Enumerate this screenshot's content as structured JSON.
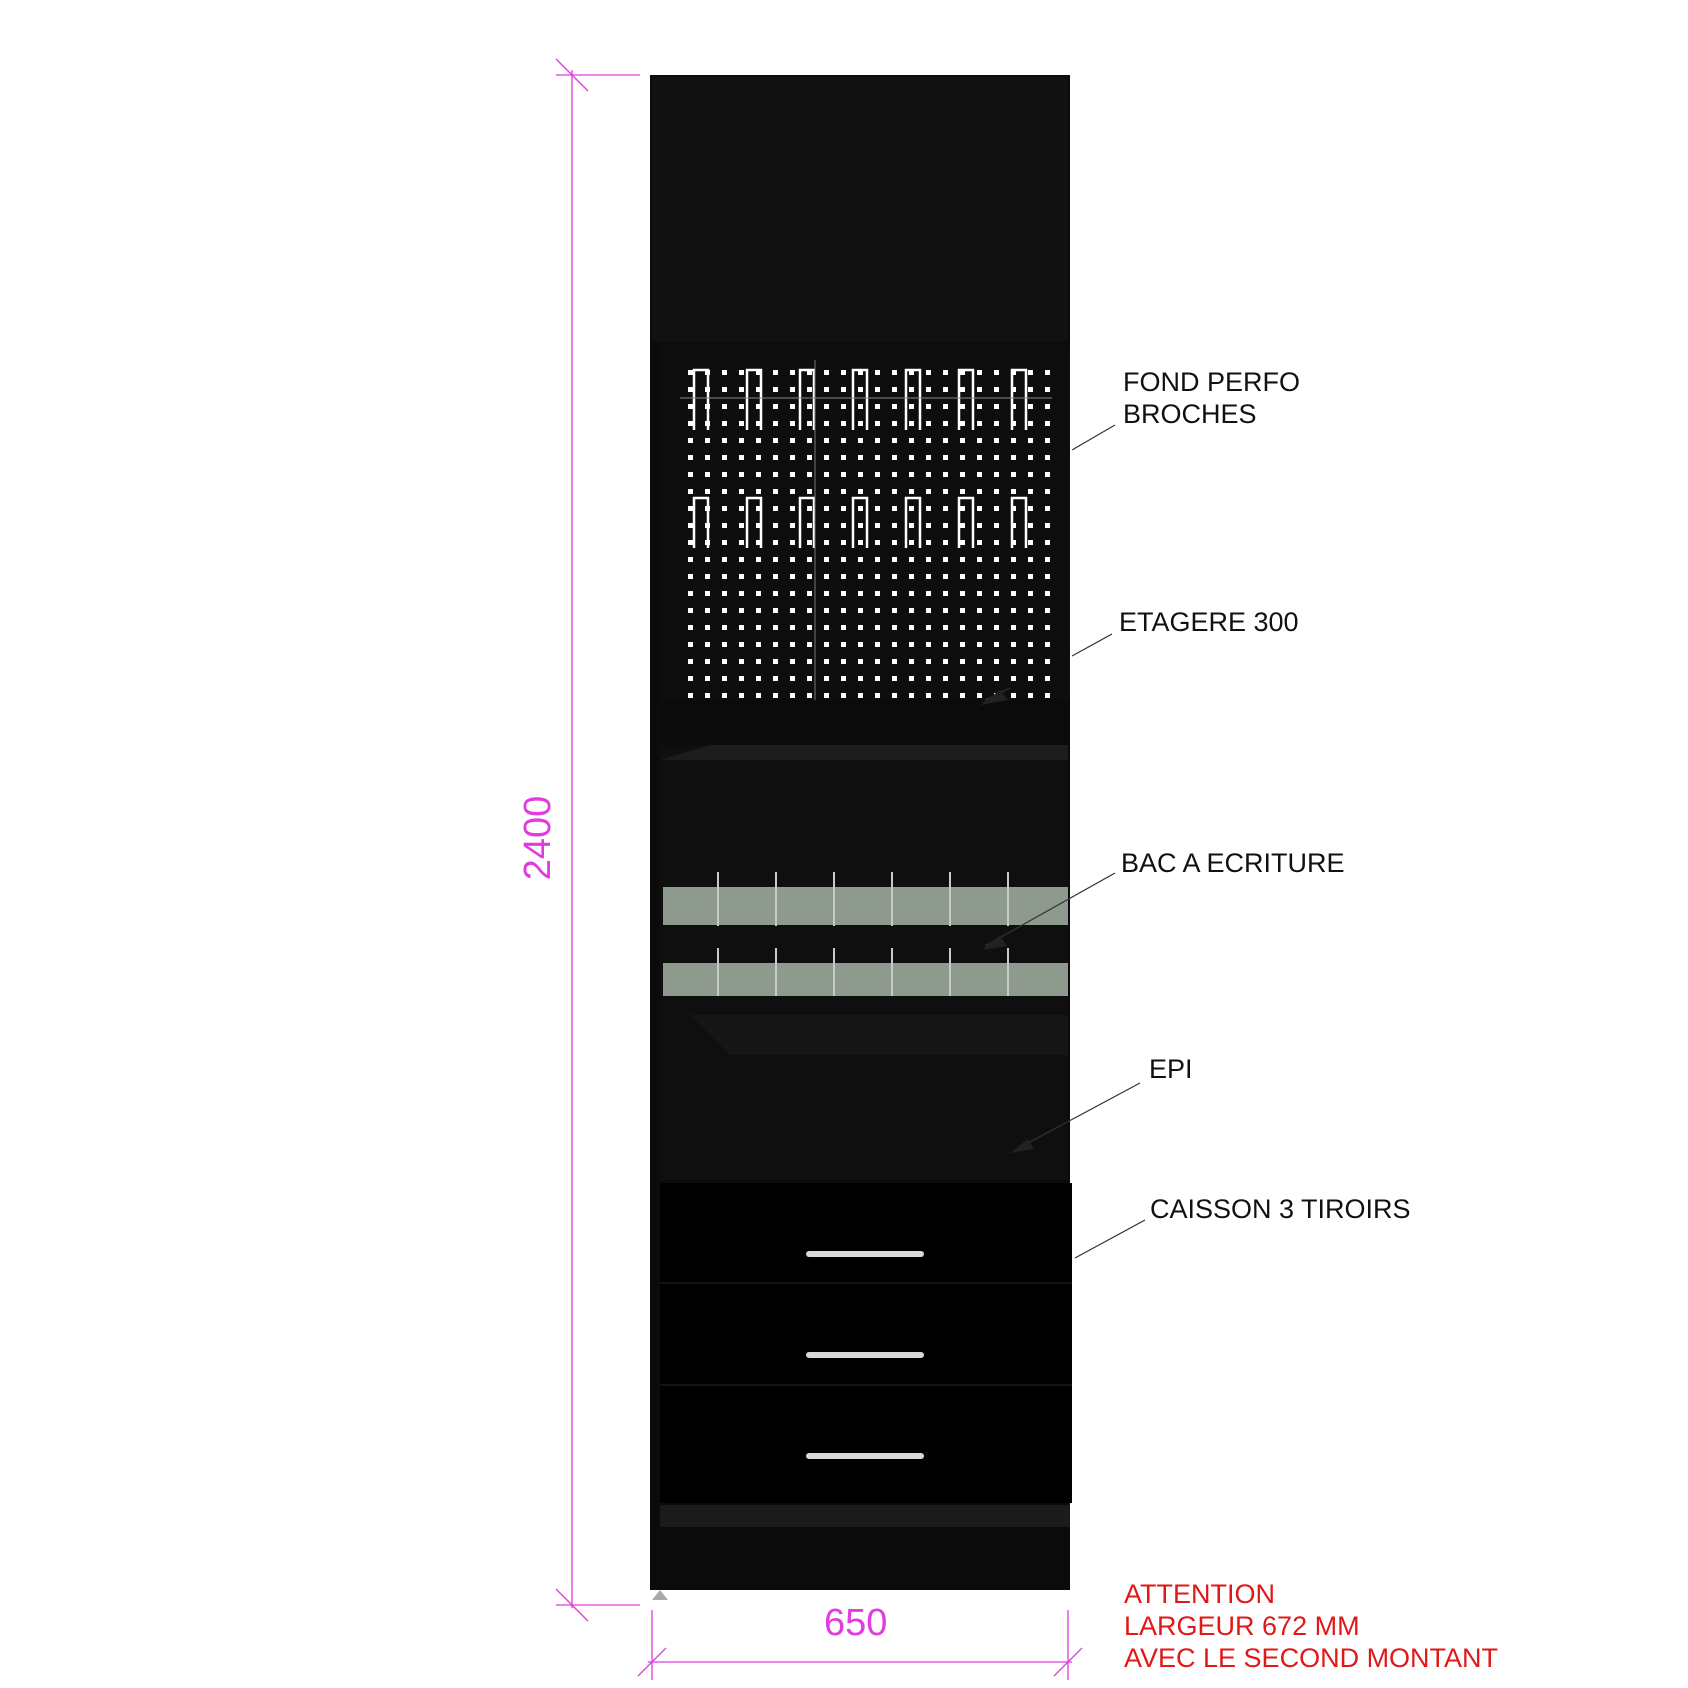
{
  "colors": {
    "cabinet": "#0b0b0b",
    "dimension": "#e23be0",
    "warning": "#e01818",
    "tray": "#8f9a8e",
    "label": "#111111"
  },
  "dimensions": {
    "height": "2400",
    "width": "650"
  },
  "labels": {
    "fond_perfo_line1": "FOND PERFO",
    "fond_perfo_line2": "BROCHES",
    "etagere": "ETAGERE 300",
    "bac": "BAC A ECRITURE",
    "epi": "EPI",
    "caisson": "CAISSON 3 TIROIRS"
  },
  "warning": {
    "line1": "ATTENTION",
    "line2": "LARGEUR 672 MM",
    "line3": "AVEC LE SECOND MONTANT"
  }
}
